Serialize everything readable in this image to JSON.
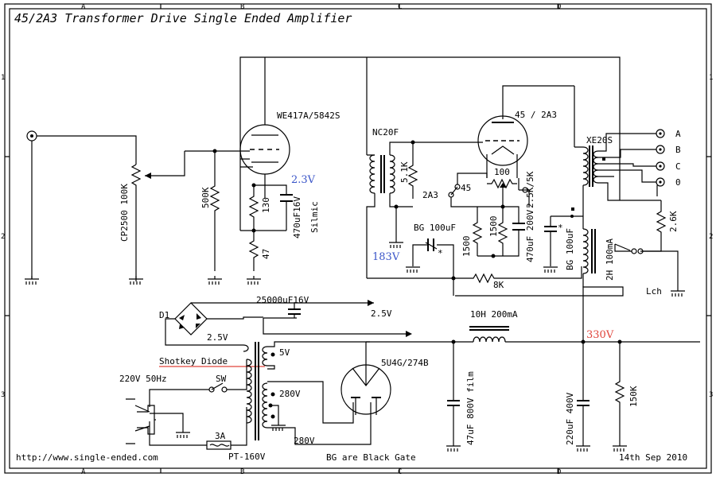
{
  "title": "45/2A3 Transformer Drive Single Ended Amplifier",
  "grid_cols": [
    "A",
    "B",
    "C",
    "D"
  ],
  "grid_rows": [
    "1",
    "2",
    "3"
  ],
  "tubes": {
    "input": "WE417A/5842S",
    "output": "45 / 2A3",
    "rectifier": "5U4G/274B"
  },
  "transformers": {
    "interstage": "NC20F",
    "output": "XE20S",
    "power": "PT-160V"
  },
  "components": {
    "vr_input": "CP2500 100K",
    "r_grid": "500K",
    "r_k1": "130",
    "r_k2": "47",
    "c_k1": "470uF16V",
    "c_k1_note": "Silmic",
    "r_ist": "5.1K",
    "ist_sel": "2A3",
    "heat_sel": "45",
    "hum_pot": "100",
    "r_k_out": "1500",
    "r_k_out2": "1500",
    "c_k_out": "470uF 200V",
    "c_bg1": "BG 100uF",
    "c_bg2": "BG 100uF",
    "ist_prim_v": "2.5K/5K",
    "choke_small": "2H 100mA",
    "r_nfb": "2.6K",
    "r_8k": "8K",
    "c_main": "25000uF16V",
    "c_main_v": "2.5V",
    "d1": "D1",
    "d1_v": "2.5V",
    "diode_note": "Shotkey Diode",
    "mains": "220V 50Hz",
    "sw": "SW",
    "fuse": "3A",
    "sec_5v": "5V",
    "sec_280a": "280V",
    "sec_280b": "280V",
    "choke_big": "10H 200mA",
    "c_film": "47uF 800V film",
    "c_res": "220uF 400V",
    "r_bleed": "150K",
    "asterisk": "*"
  },
  "voltages": {
    "v_heater": "2.3V",
    "v_cathode": "183V",
    "v_b": "330V"
  },
  "outputs": [
    "A",
    "B",
    "C",
    "0"
  ],
  "lch": "Lch",
  "footer": {
    "url": "http://www.single-ended.com",
    "bg_note": "BG are Black Gate",
    "date": "14th Sep 2010"
  },
  "colors": {
    "blue": "#3a55c8",
    "red": "#e0443b"
  }
}
